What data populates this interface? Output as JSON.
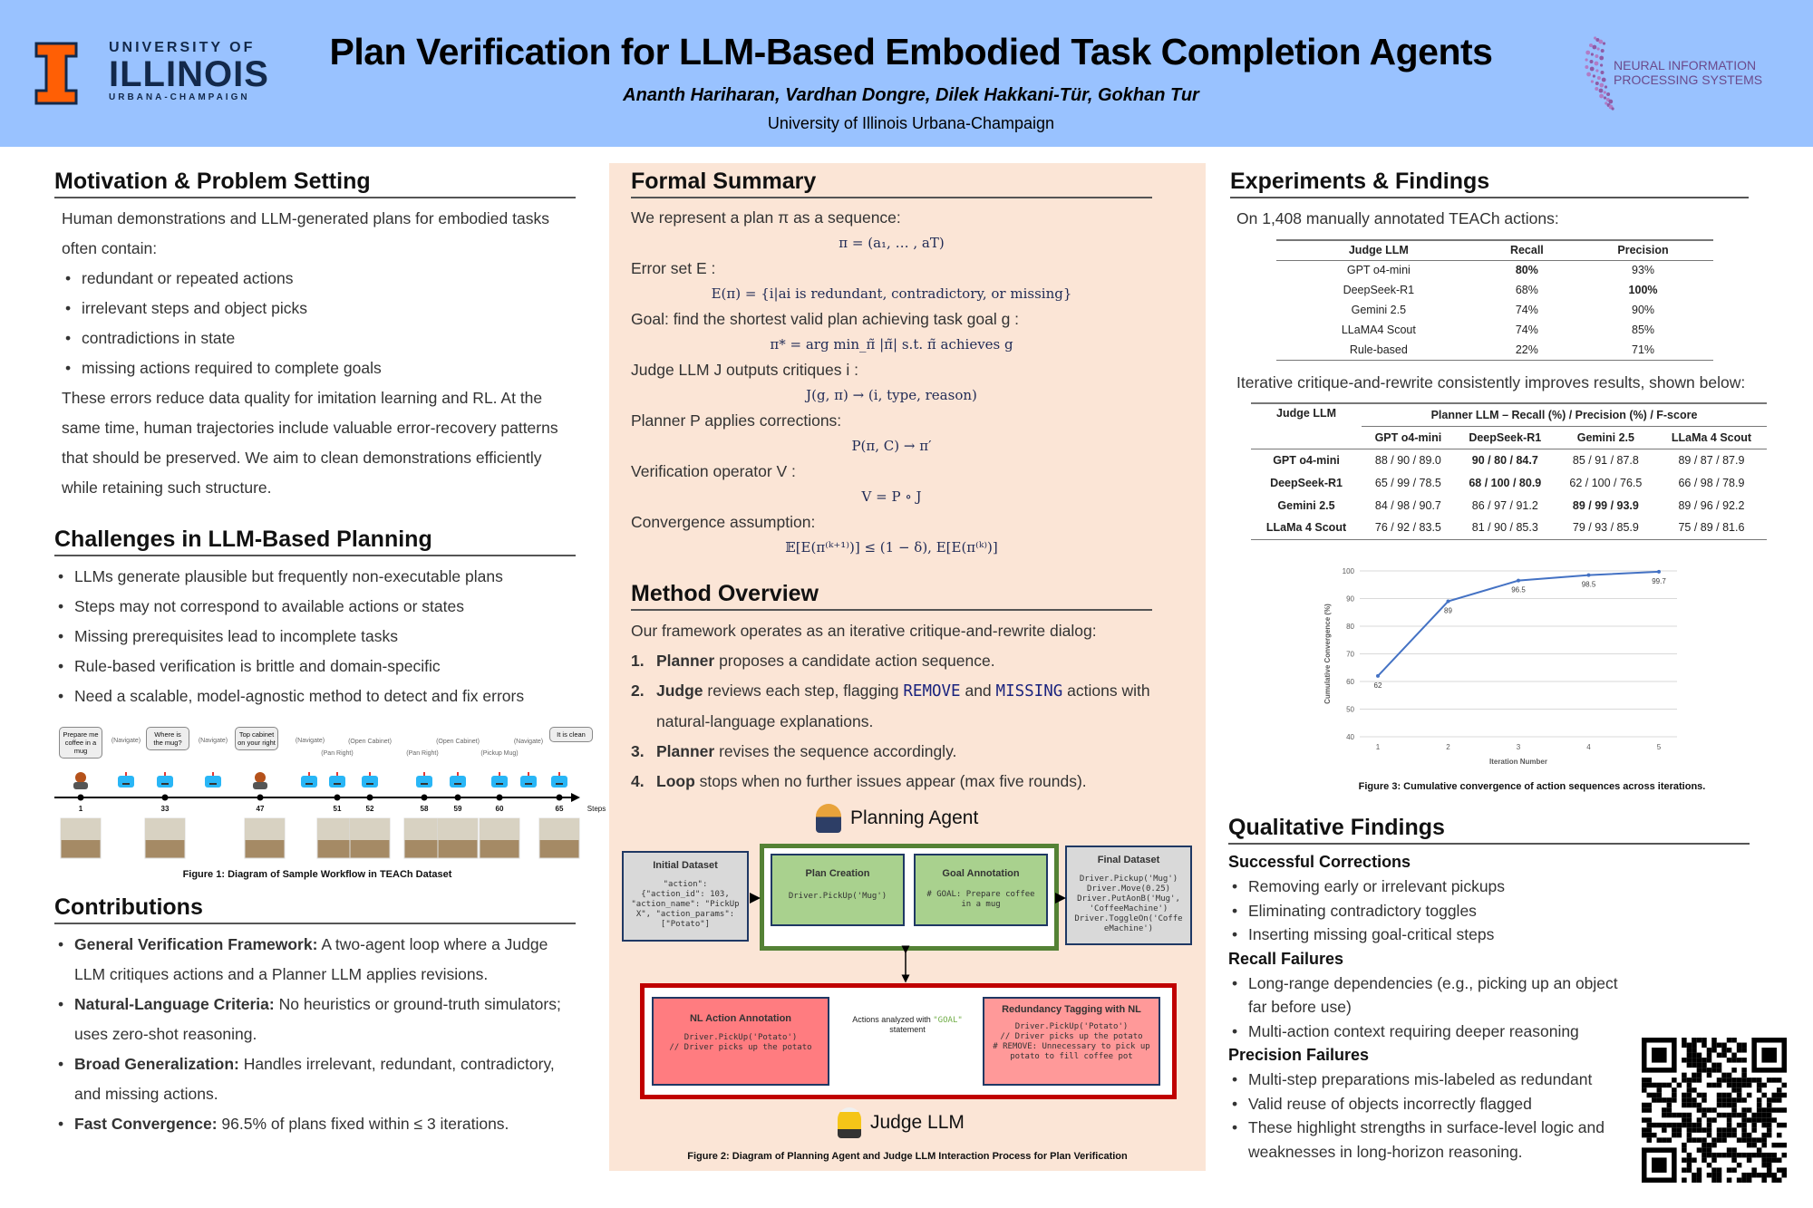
{
  "header": {
    "title": "Plan Verification for LLM-Based Embodied Task Completion Agents",
    "authors": "Ananth Hariharan, Vardhan Dongre, Dilek Hakkani-Tür, Gokhan Tur",
    "affiliation": "University of Illinois Urbana-Champaign",
    "uiuc_logo": {
      "line1": "UNIVERSITY OF",
      "line2": "ILLINOIS",
      "line3": "URBANA-CHAMPAIGN"
    },
    "neurips_logo": {
      "line1": "NEURAL INFORMATION",
      "line2": "PROCESSING SYSTEMS"
    }
  },
  "motivation": {
    "heading": "Motivation & Problem Setting",
    "intro": "Human demonstrations and LLM-generated plans for embodied tasks often contain:",
    "bullets": [
      "redundant or repeated actions",
      "irrelevant steps and object picks",
      "contradictions in state",
      "missing actions required to complete goals"
    ],
    "outro": "These errors reduce data quality for imitation learning and RL. At the same time, human trajectories include valuable error-recovery patterns that should be preserved. We aim to clean demonstrations efficiently while retaining such structure."
  },
  "challenges": {
    "heading": "Challenges in LLM-Based Planning",
    "bullets": [
      "LLMs generate plausible but frequently non-executable plans",
      "Steps may not correspond to available actions or states",
      "Missing prerequisites lead to incomplete tasks",
      "Rule-based verification is brittle and domain-specific",
      "Need a scalable, model-agnostic method to detect and fix errors"
    ]
  },
  "figure1": {
    "bubbles": [
      "Prepare me coffee in a mug",
      "Where is the mug?",
      "Top cabinet on your right",
      "It is clean"
    ],
    "actions": [
      "(Navigate)",
      "(Navigate)",
      "(Navigate)",
      "(Pan Right)",
      "(Open Cabinet)",
      "(Pan Right)",
      "(Open Cabinet)",
      "(Pickup Mug)",
      "(Navigate)"
    ],
    "steps": [
      "1",
      "33",
      "47",
      "51",
      "52",
      "58",
      "59",
      "60",
      "65"
    ],
    "axis_label": "Steps",
    "caption": "Figure 1:  Diagram of Sample Workflow in TEACh Dataset"
  },
  "contributions": {
    "heading": "Contributions",
    "bullets": [
      {
        "bold": "General Verification Framework:",
        "text": " A two-agent loop where a Judge LLM critiques actions and a Planner LLM applies revisions."
      },
      {
        "bold": "Natural-Language Criteria:",
        "text": " No heuristics or ground-truth simulators; uses zero-shot reasoning."
      },
      {
        "bold": "Broad Generalization:",
        "text": " Handles irrelevant, redundant, contradictory, and missing actions."
      },
      {
        "bold": "Fast Convergence:",
        "text": " 96.5% of plans fixed within ≤ 3 iterations."
      }
    ]
  },
  "formal": {
    "heading": "Formal Summary",
    "items": [
      {
        "label": "We represent a plan π as a sequence:",
        "math": "π = (a₁, … , aT)"
      },
      {
        "label": "Error set E :",
        "math": "E(π) = {i|ai is redundant, contradictory, or missing}"
      },
      {
        "label": "Goal: find the shortest valid plan achieving task goal g :",
        "math": "π* = arg min_π̃  |π̃|    s.t. π̃ achieves g"
      },
      {
        "label": "Judge LLM J outputs critiques i :",
        "math": "J(g, π) → (i, type, reason)"
      },
      {
        "label": "Planner P applies corrections:",
        "math": "P(π, C) → π′"
      },
      {
        "label": "Verification operator V :",
        "math": "V  =  P ∘ J"
      },
      {
        "label": "Convergence assumption:",
        "math": "𝔼[E(π⁽ᵏ⁺¹⁾)] ≤ (1 − δ), E[E(π⁽ᵏ⁾)]"
      }
    ]
  },
  "method": {
    "heading": "Method Overview",
    "intro": "Our framework operates as an iterative critique-and-rewrite dialog:",
    "steps": [
      {
        "num": "1.",
        "parts": [
          [
            "b",
            "Planner"
          ],
          [
            "t",
            " proposes a candidate action sequence."
          ]
        ]
      },
      {
        "num": "2.",
        "parts": [
          [
            "b",
            "Judge"
          ],
          [
            "t",
            " reviews each step, flagging "
          ],
          [
            "m",
            "REMOVE"
          ],
          [
            "t",
            " and "
          ],
          [
            "m",
            "MISSING"
          ],
          [
            "t",
            " actions with natural-language explanations."
          ]
        ]
      },
      {
        "num": "3.",
        "parts": [
          [
            "b",
            "Planner"
          ],
          [
            "t",
            " revises the sequence accordingly."
          ]
        ]
      },
      {
        "num": "4.",
        "parts": [
          [
            "b",
            "Loop"
          ],
          [
            "t",
            " stops when no further issues appear (max five rounds)."
          ]
        ]
      }
    ]
  },
  "figure2": {
    "planning_agent": "Planning Agent",
    "judge_llm": "Judge LLM",
    "initial_dataset": {
      "title": "Initial Dataset",
      "code": "\"action\":\n{\"action_id\": 103,\n\"action_name\": \"PickUp\nX\", \"action_params\":\n[\"Potato\"]"
    },
    "plan_creation": {
      "title": "Plan Creation",
      "code": "Driver.PickUp('Mug')"
    },
    "goal_annotation": {
      "title": "Goal Annotation",
      "code": "# GOAL: Prepare coffee\nin a mug"
    },
    "final_dataset": {
      "title": "Final Dataset",
      "code": "Driver.Pickup('Mug')\nDriver.Move(0.25)\nDriver.PutAonB('Mug',\n'CoffeeMachine')\nDriver.ToggleOn('Coffe\neMachine')"
    },
    "nl_action": {
      "title": "NL Action Annotation",
      "code": "Driver.PickUp('Potato')\n// Driver picks up the potato"
    },
    "redundancy": {
      "title": "Redundancy Tagging with NL",
      "code": "Driver.PickUp('Potato')\n// Driver picks up the potato\n# REMOVE: Unnecessary to pick up\npotato to fill coffee pot"
    },
    "arrow_label_pre": "Actions analyzed with ",
    "arrow_label_goal": "\"GOAL\"",
    "arrow_label_post": "statement",
    "caption": "Figure 2:  Diagram of Planning Agent and Judge LLM Interaction Process for Plan Verification"
  },
  "experiments": {
    "heading": "Experiments & Findings",
    "intro": "On 1,408 manually annotated TEACh actions:",
    "table1": {
      "headers": [
        "Judge LLM",
        "Recall",
        "Precision"
      ],
      "rows": [
        {
          "cells": [
            "GPT o4-mini",
            "80%",
            "93%"
          ],
          "bold": [
            1
          ]
        },
        {
          "cells": [
            "DeepSeek-R1",
            "68%",
            "100%"
          ],
          "bold": [
            2
          ]
        },
        {
          "cells": [
            "Gemini 2.5",
            "74%",
            "90%"
          ],
          "bold": []
        },
        {
          "cells": [
            "LLaMA4 Scout",
            "74%",
            "85%"
          ],
          "bold": []
        },
        {
          "cells": [
            "Rule-based",
            "22%",
            "71%"
          ],
          "bold": []
        }
      ]
    },
    "iter_text": "Iterative critique-and-rewrite consistently improves results, shown below:",
    "table2": {
      "corner": "Judge LLM",
      "group_header": "Planner LLM – Recall (%) / Precision (%) / F-score",
      "columns": [
        "GPT o4-mini",
        "DeepSeek-R1",
        "Gemini 2.5",
        "LLaMa 4 Scout"
      ],
      "rows": [
        {
          "judge": "GPT o4-mini",
          "cells": [
            "88 / 90 / 89.0",
            "90 / 80 / 84.7",
            "85 / 91 / 87.8",
            "89 / 87 / 87.9"
          ],
          "bold": [
            1
          ]
        },
        {
          "judge": "DeepSeek-R1",
          "cells": [
            "65 / 99 / 78.5",
            "68 / 100 / 80.9",
            "62 / 100 / 76.5",
            "66 / 98 / 78.9"
          ],
          "bold": [
            1
          ]
        },
        {
          "judge": "Gemini 2.5",
          "cells": [
            "84 / 98 / 90.7",
            "86 / 97 / 91.2",
            "89 / 99 / 93.9",
            "89 / 96 / 92.2"
          ],
          "bold": [
            2
          ]
        },
        {
          "judge": "LLaMa 4 Scout",
          "cells": [
            "76 / 92 / 83.5",
            "81 / 90 / 85.3",
            "79 / 93 / 85.9",
            "75 / 89 / 81.6"
          ],
          "bold": []
        }
      ]
    },
    "figure3_caption": "Figure 3:  Cumulative convergence of action sequences across iterations."
  },
  "chart_data": {
    "type": "line",
    "title": "",
    "xlabel": "Iteration Number",
    "ylabel": "Cumulative Convergence (%)",
    "x": [
      1,
      2,
      3,
      4,
      5
    ],
    "series": [
      {
        "name": "Cumulative Convergence",
        "values": [
          62,
          89,
          96.5,
          98.5,
          99.7
        ],
        "labels": [
          "62",
          "89",
          "96.5",
          "98.5",
          "99.7"
        ],
        "color": "#4472c4"
      }
    ],
    "ylim": [
      40,
      100
    ],
    "yticks": [
      40,
      50,
      60,
      70,
      80,
      90,
      100
    ],
    "grid": true
  },
  "qualitative": {
    "heading": "Qualitative Findings",
    "groups": [
      {
        "title": "Successful Corrections",
        "bullets": [
          "Removing early or irrelevant pickups",
          "Eliminating contradictory toggles",
          "Inserting missing goal-critical steps"
        ]
      },
      {
        "title": "Recall Failures",
        "bullets": [
          "Long-range dependencies (e.g., picking up an object far before use)",
          "Multi-action context requiring deeper reasoning"
        ]
      },
      {
        "title": "Precision Failures",
        "bullets": [
          "Multi-step preparations mis-labeled as redundant",
          "Valid reuse of objects incorrectly flagged",
          "These highlight strengths in surface-level logic and weaknesses in long-horizon reasoning."
        ]
      }
    ]
  },
  "colors": {
    "header_bg": "#99c2ff",
    "panel_bg": "#fbe5d6",
    "illinois_orange": "#ff5f05",
    "illinois_blue": "#13294b",
    "green_frame": "#548235",
    "red_frame": "#c00000"
  }
}
